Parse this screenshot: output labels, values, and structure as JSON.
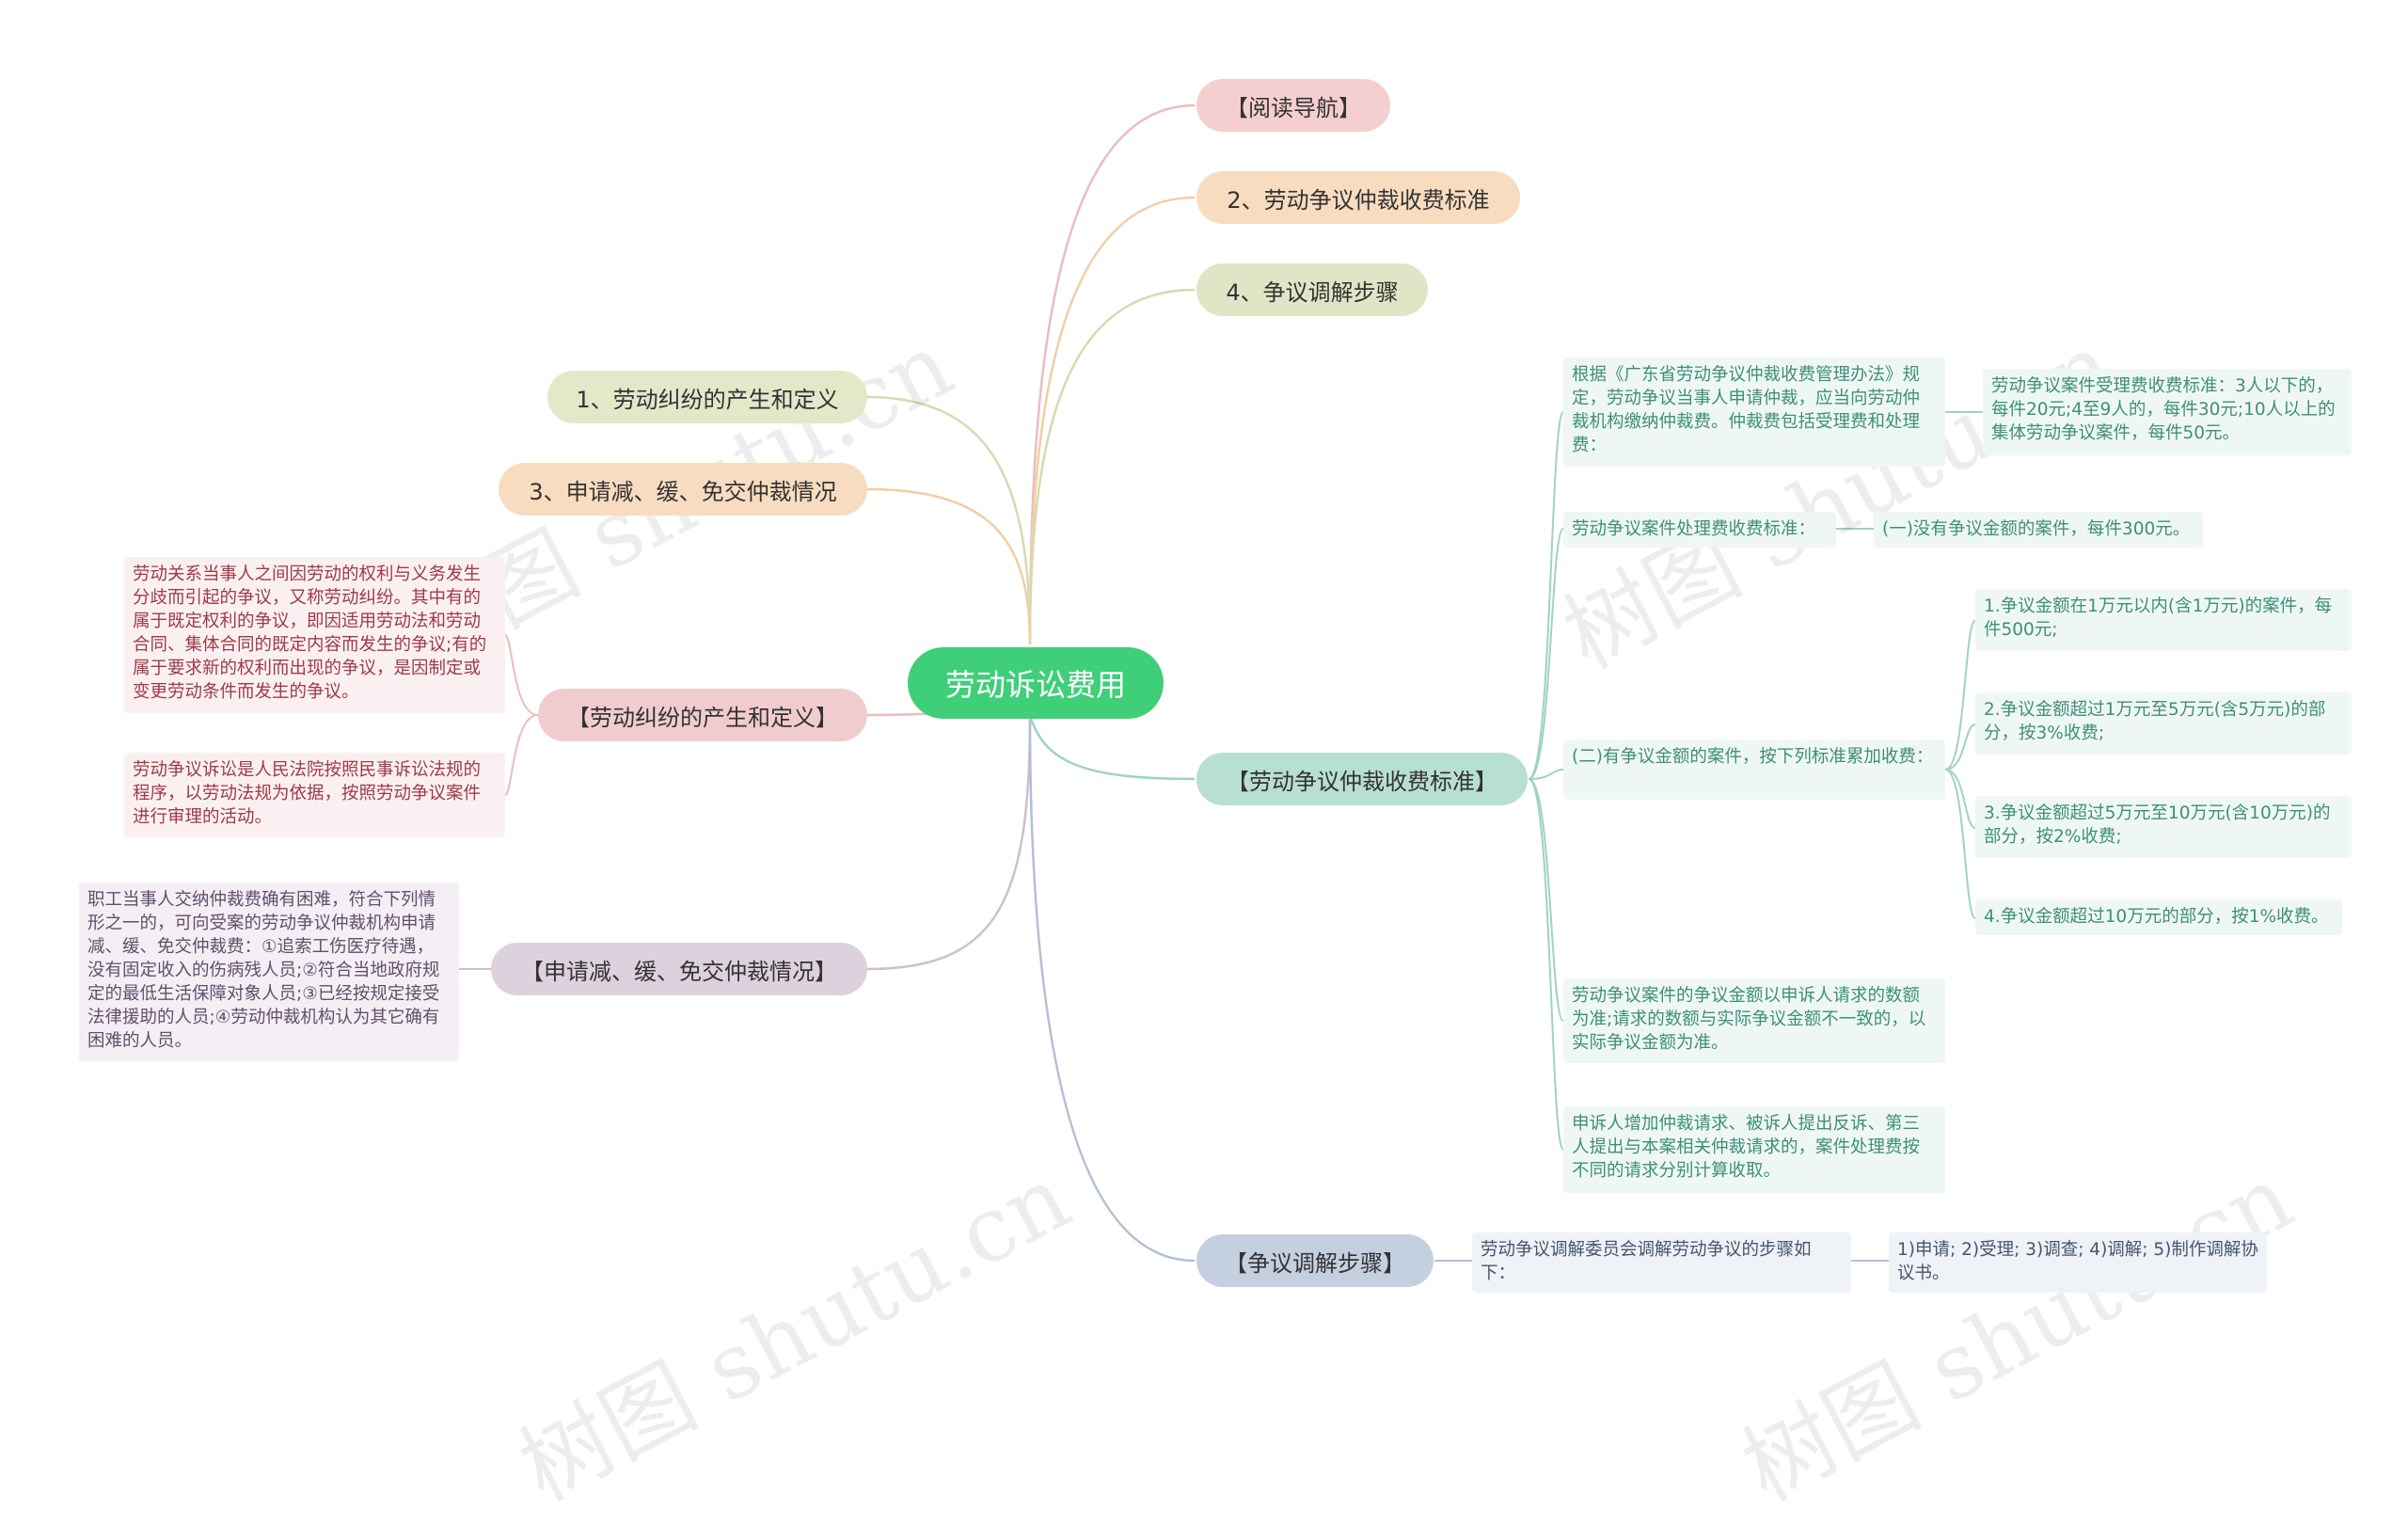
{
  "root": {
    "label": "劳动诉讼费用"
  },
  "branches": {
    "nav": "【阅读导航】",
    "fee_std_2": "2、劳动争议仲裁收费标准",
    "steps_4": "4、争议调解步骤",
    "def_1": "1、劳动纠纷的产生和定义",
    "reduce_3": "3、申请减、缓、免交仲裁情况",
    "def": "【劳动纠纷的产生和定义】",
    "reduce": "【申请减、缓、免交仲裁情况】",
    "fee_std": "【劳动争议仲裁收费标准】",
    "steps": "【争议调解步骤】"
  },
  "def_leaves": [
    "劳动关系当事人之间因劳动的权利与义务发生分歧而引起的争议，又称劳动纠纷。其中有的属于既定权利的争议，即因适用劳动法和劳动合同、集体合同的既定内容而发生的争议;有的属于要求新的权利而出现的争议，是因制定或变更劳动条件而发生的争议。",
    "劳动争议诉讼是人民法院按照民事诉讼法规的程序，以劳动法规为依据，按照劳动争议案件进行审理的活动。"
  ],
  "reduce_leaf": "职工当事人交纳仲裁费确有困难，符合下列情形之一的，可向受案的劳动争议仲裁机构申请减、缓、免交仲裁费：①追索工伤医疗待遇，没有固定收入的伤病残人员;②符合当地政府规定的最低生活保障对象人员;③已经按规定接受法律援助的人员;④劳动仲裁机构认为其它确有困难的人员。",
  "fee_leaves": {
    "basis": "根据《广东省劳动争议仲裁收费管理办法》规定，劳动争议当事人申请仲裁，应当向劳动仲裁机构缴纳仲裁费。仲裁费包括受理费和处理费：",
    "accept": "劳动争议案件受理费收费标准：3人以下的，每件20元;4至9人的，每件30元;10人以上的集体劳动争议案件，每件50元。",
    "handle": "劳动争议案件处理费收费标准：",
    "no_amount": "(一)没有争议金额的案件，每件300元。",
    "with_amount": "(二)有争议金额的案件，按下列标准累加收费：",
    "tiers": [
      "1.争议金额在1万元以内(含1万元)的案件，每件500元;",
      "2.争议金额超过1万元至5万元(含5万元)的部分，按3%收费;",
      "3.争议金额超过5万元至10万元(含10万元)的部分，按2%收费;",
      "4.争议金额超过10万元的部分，按1%收费。"
    ],
    "amount_basis": "劳动争议案件的争议金额以申诉人请求的数额为准;请求的数额与实际争议金额不一致的，以实际争议金额为准。",
    "added": "申诉人增加仲裁请求、被诉人提出反诉、第三人提出与本案相关仲裁请求的，案件处理费按不同的请求分别计算收取。"
  },
  "steps_leaves": {
    "intro": "劳动争议调解委员会调解劳动争议的步骤如下：",
    "list": "1)申请; 2)受理; 3)调查; 4)调解; 5)制作调解协议书。"
  },
  "watermark": {
    "text": "树图 shutu.cn"
  },
  "colors": {
    "root": "#3ecf78",
    "nav": "#f5cfd0",
    "fee_std_2": "#f8dcc0",
    "steps_4": "#dfe6c6",
    "def_1": "#e3e8c9",
    "reduce_3": "#f8dcc0",
    "def": "#f1cccf",
    "reduce": "#ddd1dd",
    "fee_std": "#b8dfd3",
    "steps": "#c4cfe0"
  }
}
